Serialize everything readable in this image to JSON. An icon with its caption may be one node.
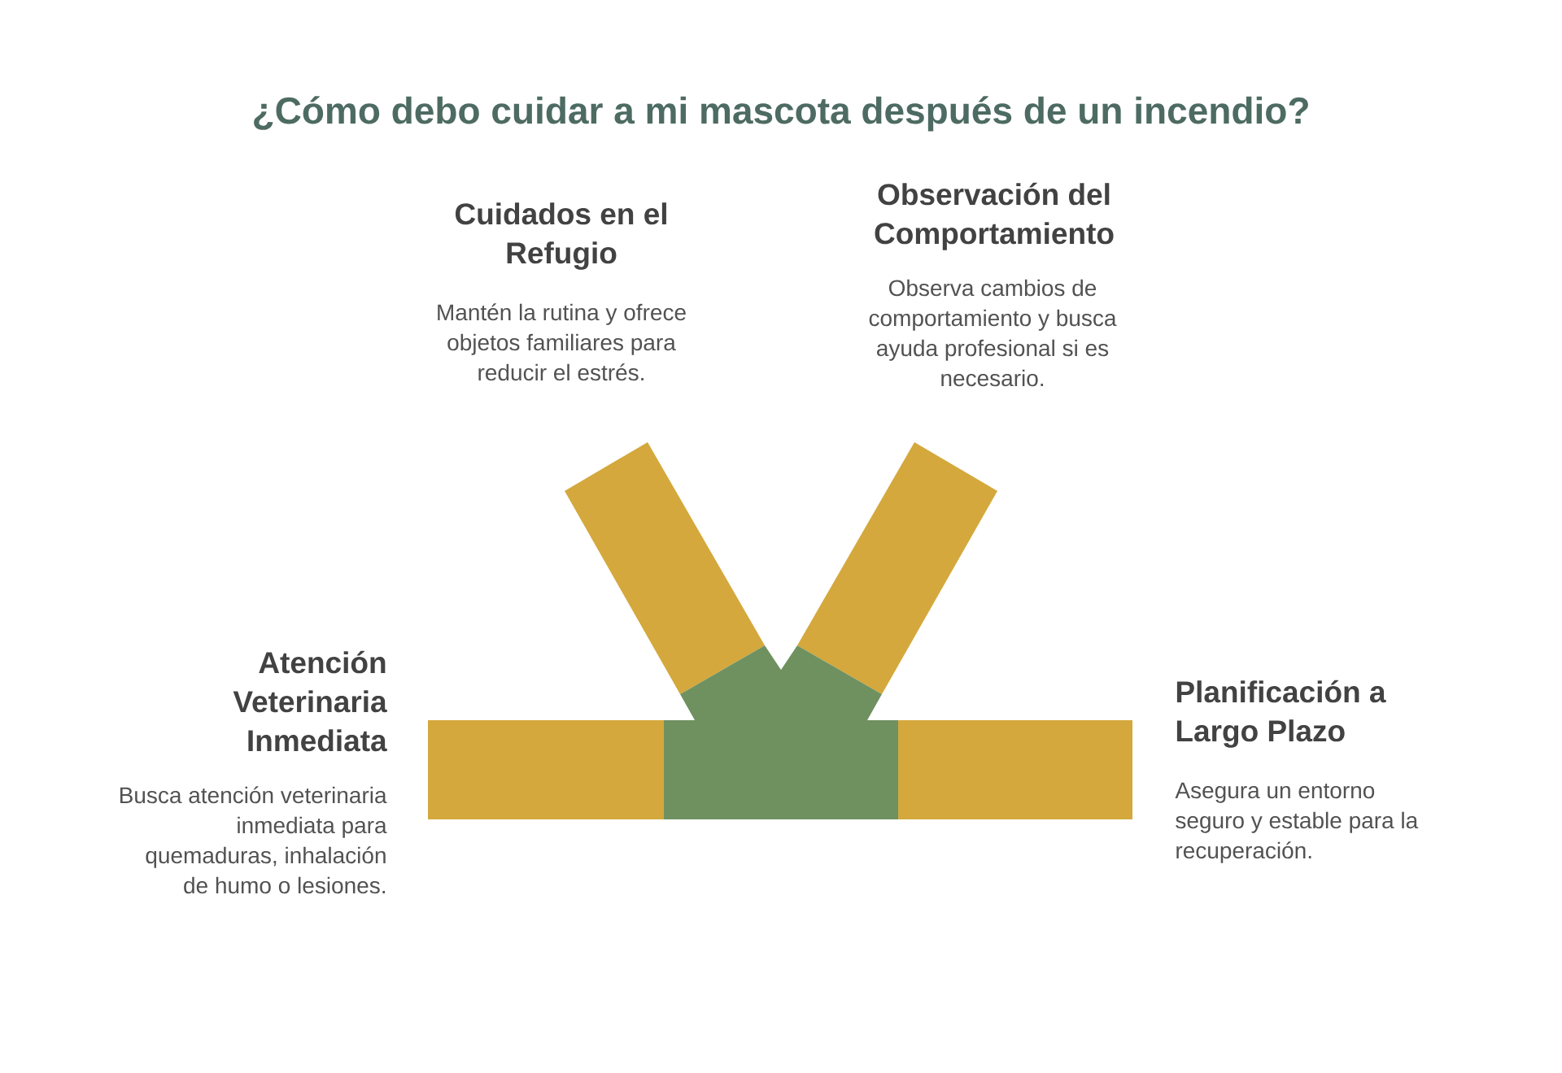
{
  "diagram": {
    "title": "¿Cómo debo cuidar a mi mascota después de un incendio?",
    "nodes": [
      {
        "text": [],
        "shape": "bar",
        "beside": [
          "Cuidados en el Refugio",
          "Mantén la rutina y ofrece objetos familiares para reducir el estrés."
        ]
      },
      {
        "text": [],
        "shape": "bar",
        "beside": [
          "Observación del Comportamiento",
          "Observa cambios de comportamiento y busca ayuda profesional si es necesario."
        ]
      },
      {
        "text": [],
        "shape": "pentagon"
      },
      {
        "text": [],
        "shape": "bar",
        "beside": [
          "Atención Veterinaria Inmediata",
          "Busca atención veterinaria inmediata para quemaduras, inhalación de humo o lesiones."
        ]
      },
      {
        "text": [],
        "shape": "bar",
        "beside": [
          "Planificación a Largo Plazo",
          "Asegura un entorno seguro y estable para la recuperación."
        ]
      }
    ]
  }
}
